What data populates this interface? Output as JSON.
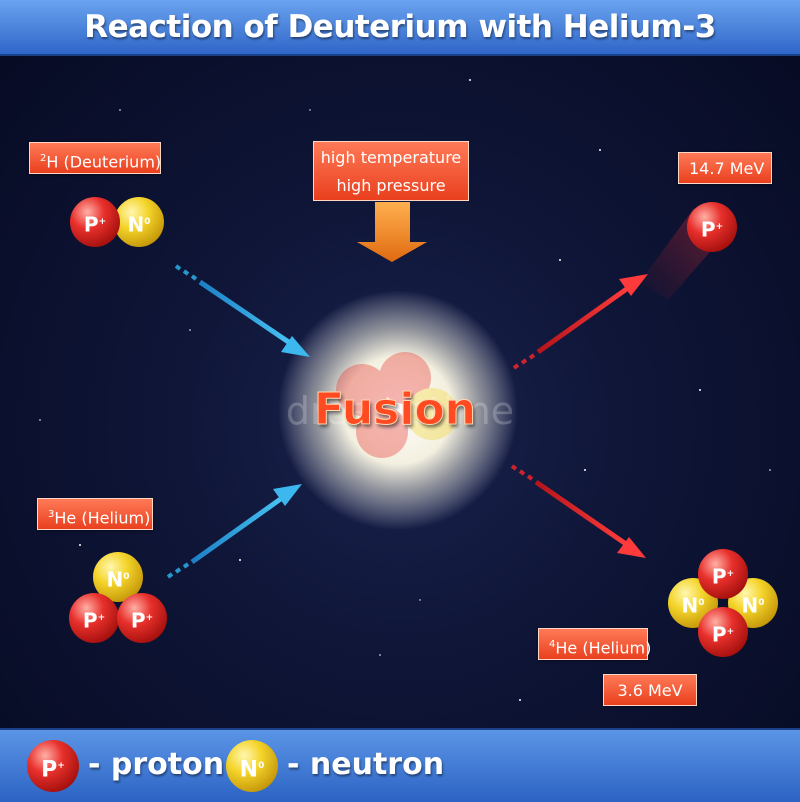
{
  "title": "Reaction of Deuterium with Helium-3",
  "conditions": {
    "line1": "high temperature",
    "line2": "high pressure"
  },
  "center_label": "Fusion",
  "watermark": "dreamstime",
  "reactants": {
    "deuterium": {
      "sup": "2",
      "label": "H (Deuterium)"
    },
    "helium3": {
      "sup": "3",
      "label": "He (Helium)"
    }
  },
  "products": {
    "proton_energy": "14.7 MeV",
    "helium4": {
      "sup": "4",
      "label": "He (Helium)"
    },
    "helium4_energy": "3.6 MeV"
  },
  "particle_symbols": {
    "proton": "P",
    "neutron": "N",
    "charge": "+",
    "neutral": "0"
  },
  "legend": {
    "proton": "- proton",
    "neutron": "- neutron"
  },
  "colors": {
    "proton": "#e8302c",
    "neutron": "#f4d42a",
    "label_bg": "#e9401e",
    "incoming_arrow": "#2aa6e0",
    "outgoing_arrow": "#e0252b",
    "header": "#3b75d6",
    "condition_arrow": "#f08020"
  }
}
